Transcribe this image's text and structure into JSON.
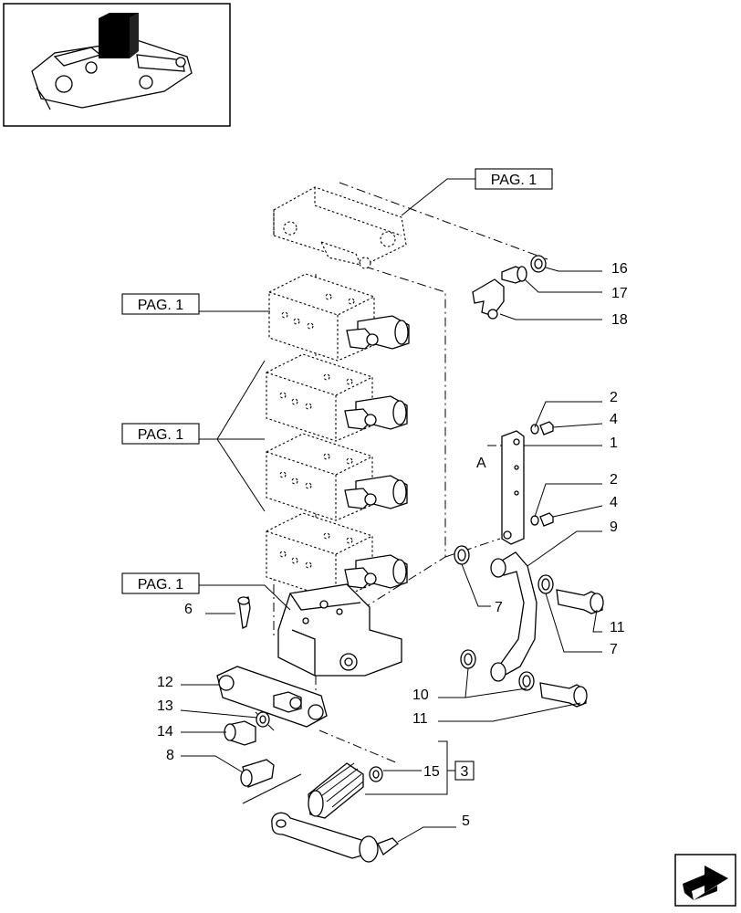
{
  "thumbnail": {
    "icon": "tractor-rear-hitch-thumbnail"
  },
  "nav": {
    "icon": "next-page-arrow-icon"
  },
  "page_refs": [
    "PAG. 1",
    "PAG. 1",
    "PAG. 1",
    "PAG. 1"
  ],
  "detail_letter": "A",
  "group_ref": "3",
  "callouts": {
    "c16": "16",
    "c17": "17",
    "c18": "18",
    "c2a": "2",
    "c4a": "4",
    "c1": "1",
    "c2b": "2",
    "c4b": "4",
    "c9": "9",
    "c7a": "7",
    "c11a": "11",
    "c7b": "7",
    "c10": "10",
    "c11b": "11",
    "c6": "6",
    "c12": "12",
    "c13": "13",
    "c14": "14",
    "c8": "8",
    "c15": "15",
    "c5": "5"
  }
}
